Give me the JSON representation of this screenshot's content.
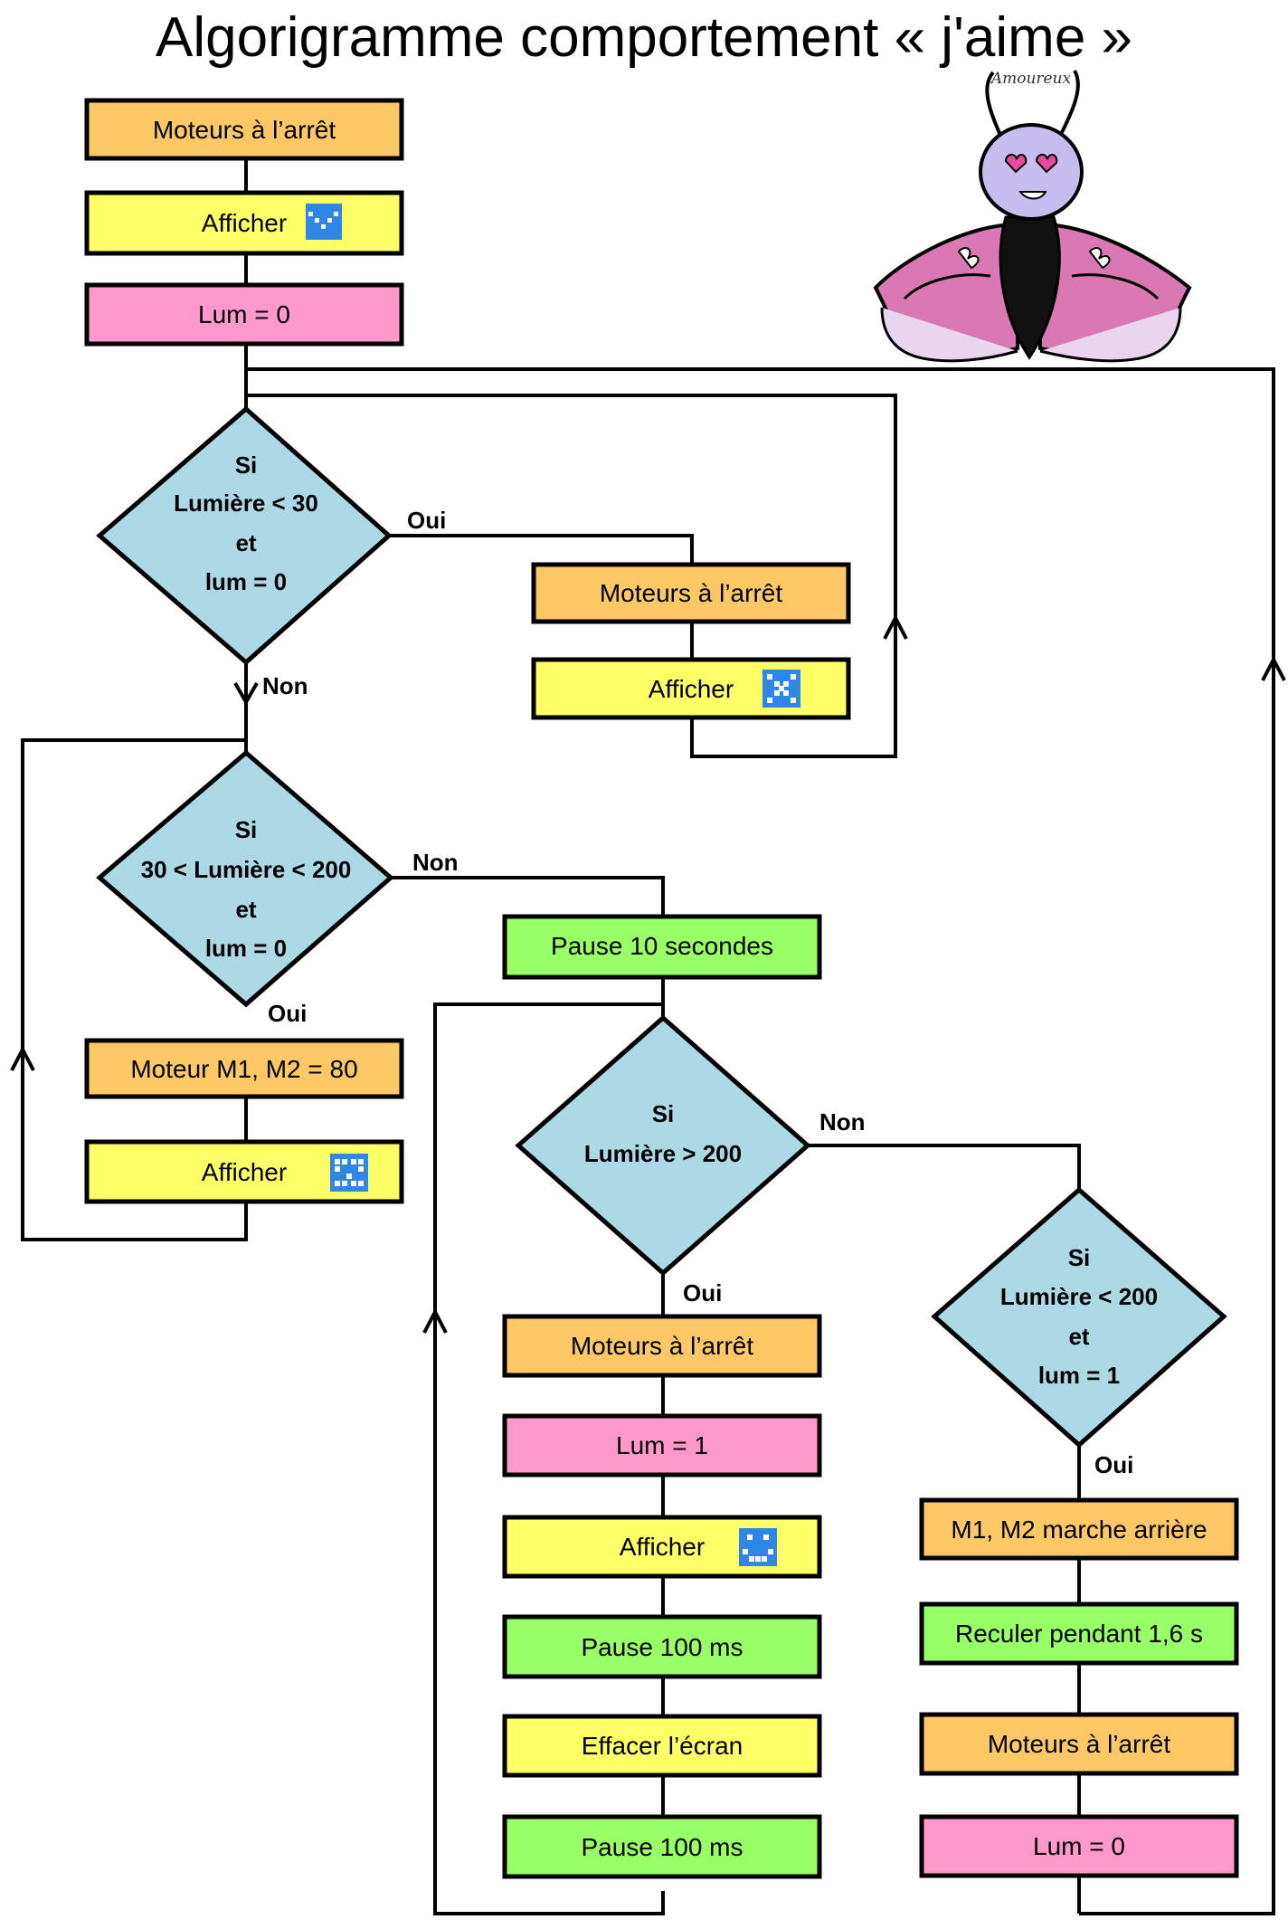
{
  "title": "Algorigramme comportement « j'aime »",
  "colors": {
    "orange": "#fdc865",
    "yellow": "#ffff66",
    "pink": "#ff99cc",
    "green": "#99ff66",
    "diamond": "#add8e6",
    "icon": "#2e86e6"
  },
  "boxes": {
    "b1": "Moteurs à l’arrêt",
    "b2": "Afficher",
    "b3": "Lum = 0",
    "b4": "Moteurs à l’arrêt",
    "b5": "Afficher",
    "b6": "Moteur M1, M2 = 80",
    "b7": "Afficher",
    "b8": "Pause 10 secondes",
    "b9": "Moteurs à l’arrêt",
    "b10": "Lum = 1",
    "b11": "Afficher",
    "b12": "Pause 100 ms",
    "b13": "Effacer l’écran",
    "b14": "Pause 100 ms",
    "b15": "M1, M2 marche arrière",
    "b16": "Reculer pendant 1,6 s",
    "b17": "Moteurs à l’arrêt",
    "b18": "Lum = 0"
  },
  "decisions": {
    "d1": [
      "Si",
      "Lumière < 30",
      "et",
      "lum = 0"
    ],
    "d2": [
      "Si",
      "30 < Lumière < 200",
      "et",
      "lum = 0"
    ],
    "d3": [
      "Si",
      "Lumière > 200"
    ],
    "d4": [
      "Si",
      "Lumière < 200",
      "et",
      "lum = 1"
    ]
  },
  "edge_labels": {
    "d1_yes": "Oui",
    "d1_no": "Non",
    "d2_no": "Non",
    "d2_yes": "Oui",
    "d3_no": "Non",
    "d3_yes": "Oui",
    "d4_yes": "Oui"
  },
  "icons": {
    "b2": "check-led-icon",
    "b5": "cross-led-icon",
    "b7": "heart-led-icon",
    "b11": "happy-led-icon"
  },
  "illustration": {
    "caption": "Amoureux",
    "icon": "moth-character-illustration"
  }
}
